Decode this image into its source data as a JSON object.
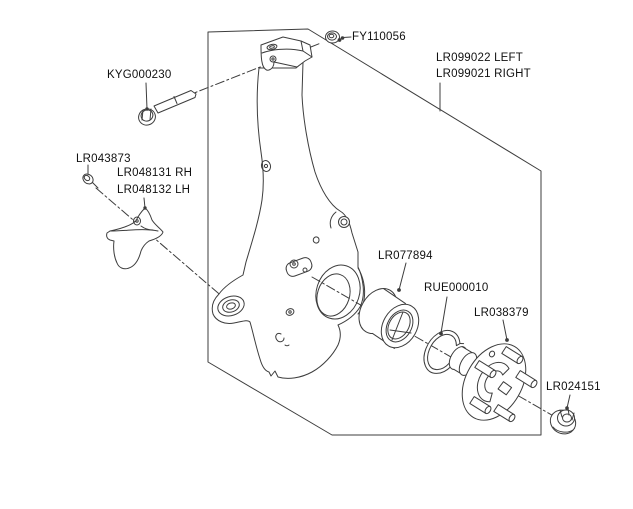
{
  "diagram": {
    "kind": "exploded-parts-diagram",
    "colors": {
      "background": "#ffffff",
      "line": "#3d3d3d",
      "text": "#111111"
    },
    "labels": {
      "upper_nut": "FY110056",
      "knuckle_left": "LR099022 LEFT",
      "knuckle_right": "LR099021 RIGHT",
      "pinch_bolt": "KYG000230",
      "shield_screw": "LR043873",
      "shield_rh": "LR048131 RH",
      "shield_lh": "LR048132 LH",
      "wheel_bearing": "LR077894",
      "snap_ring": "RUE000010",
      "wheel_hub": "LR038379",
      "hub_nut": "LR024151"
    }
  }
}
